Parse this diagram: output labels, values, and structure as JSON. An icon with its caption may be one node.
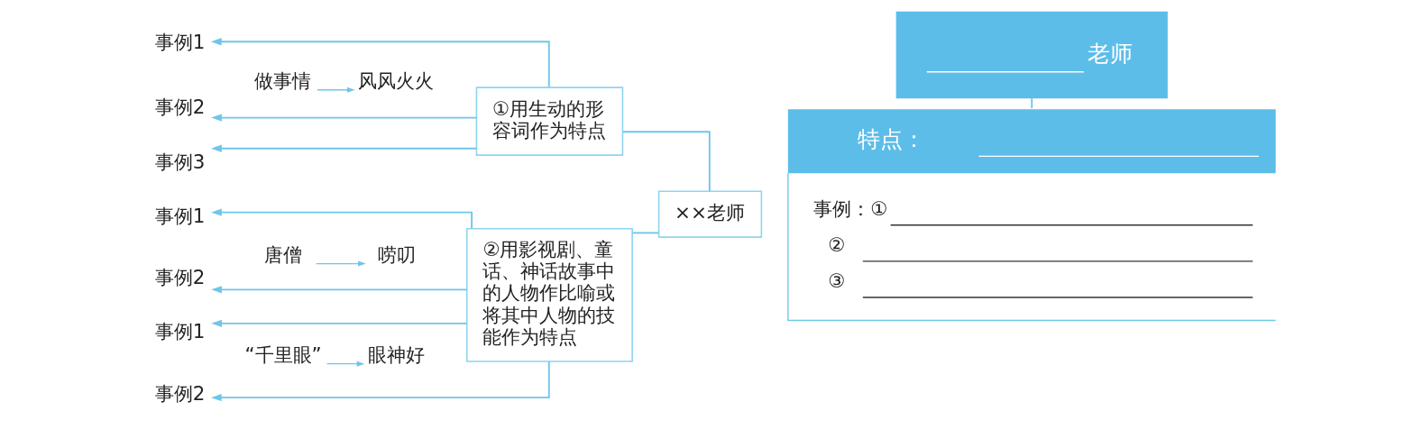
{
  "diagram": {
    "nodes": [
      {
        "text": [
          "事例1"
        ]
      },
      {
        "text": [
          "事例2"
        ]
      },
      {
        "text": [
          "事例3"
        ]
      },
      {
        "text": [
          "做事情"
        ]
      },
      {
        "text": [
          "风风火火"
        ]
      },
      {
        "text": [
          "①用生动的形容词作为特点"
        ]
      },
      {
        "text": [
          "事例1"
        ]
      },
      {
        "text": [
          "事例2"
        ]
      },
      {
        "text": [
          "唐僧"
        ]
      },
      {
        "text": [
          "唠叨"
        ]
      },
      {
        "text": [
          "②用影视剧、童话、神话故事中的人物作比喻或将其中人物的技能作为特点"
        ]
      },
      {
        "text": [
          "××老师"
        ]
      },
      {
        "text": [
          "事例1"
        ]
      },
      {
        "text": [
          "“千里眼”"
        ]
      },
      {
        "text": [
          "眼神好"
        ]
      },
      {
        "text": [
          "事例2"
        ]
      },
      {
        "text": [
          "老师"
        ]
      },
      {
        "text": [
          "特点：",
          "事例：①",
          "②",
          "③"
        ]
      }
    ],
    "edges": [
      {
        "from": 5,
        "to": 0,
        "arrow": "to"
      },
      {
        "from": 5,
        "to": 1,
        "arrow": "to"
      },
      {
        "from": 5,
        "to": 2,
        "arrow": "to"
      },
      {
        "from": 3,
        "to": 4,
        "arrow": "to"
      },
      {
        "from": 10,
        "to": 6,
        "arrow": "to"
      },
      {
        "from": 10,
        "to": 7,
        "arrow": "to"
      },
      {
        "from": 8,
        "to": 9,
        "arrow": "to"
      },
      {
        "from": 10,
        "to": 12,
        "arrow": "to"
      },
      {
        "from": 10,
        "to": 15,
        "arrow": "to"
      },
      {
        "from": 13,
        "to": 14,
        "arrow": "to"
      },
      {
        "from": 11,
        "to": 5,
        "arrow": "none"
      },
      {
        "from": 11,
        "to": 10,
        "arrow": "none"
      },
      {
        "from": 16,
        "to": 17,
        "arrow": "none"
      }
    ]
  }
}
